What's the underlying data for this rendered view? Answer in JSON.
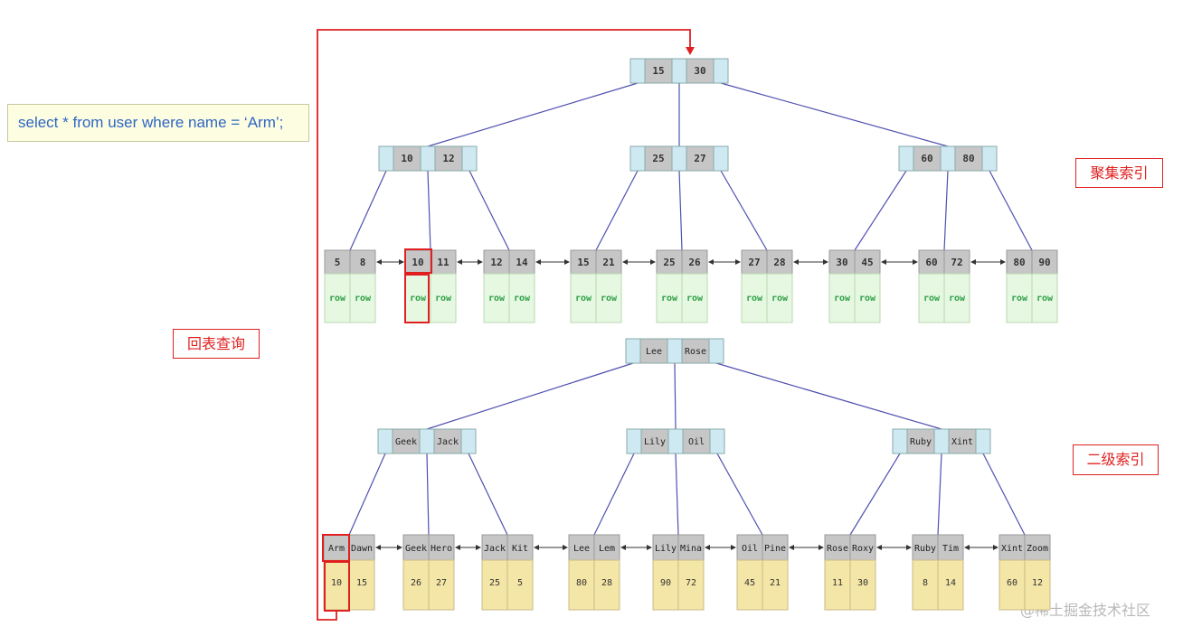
{
  "query": "select * from user where name = ‘Arm’;",
  "labels": {
    "clustered_index": "聚集索引",
    "secondary_index": "二级索引",
    "back_to_table": "回表查询",
    "watermark": "@稀土掘金技术社区"
  },
  "colors": {
    "pointer_cell": "#cfe9f3",
    "key_cell": "#c6c6c6",
    "row_cell": "#e6f8e2",
    "row_text": "#2fa046",
    "pk_cell": "#f4e6a6",
    "edge": "#5050b0",
    "highlight": "#e02020"
  },
  "clustered": {
    "root": [
      "15",
      "30"
    ],
    "internal": [
      [
        "10",
        "12"
      ],
      [
        "25",
        "27"
      ],
      [
        "60",
        "80"
      ]
    ],
    "leaves": [
      [
        "5",
        "8"
      ],
      [
        "10",
        "11"
      ],
      [
        "12",
        "14"
      ],
      [
        "15",
        "21"
      ],
      [
        "25",
        "26"
      ],
      [
        "27",
        "28"
      ],
      [
        "30",
        "45"
      ],
      [
        "60",
        "72"
      ],
      [
        "80",
        "90"
      ]
    ],
    "row_label": "row"
  },
  "secondary": {
    "root": [
      "Lee",
      "Rose"
    ],
    "internal": [
      [
        "Geek",
        "Jack"
      ],
      [
        "Lily",
        "Oil"
      ],
      [
        "Ruby",
        "Xint"
      ]
    ],
    "leaves": [
      {
        "keys": [
          "Arm",
          "Dawn"
        ],
        "ids": [
          "10",
          "15"
        ]
      },
      {
        "keys": [
          "Geek",
          "Hero"
        ],
        "ids": [
          "26",
          "27"
        ]
      },
      {
        "keys": [
          "Jack",
          "Kit"
        ],
        "ids": [
          "25",
          "5"
        ]
      },
      {
        "keys": [
          "Lee",
          "Lem"
        ],
        "ids": [
          "80",
          "28"
        ]
      },
      {
        "keys": [
          "Lily",
          "Mina"
        ],
        "ids": [
          "90",
          "72"
        ]
      },
      {
        "keys": [
          "Oil",
          "Pine"
        ],
        "ids": [
          "45",
          "21"
        ]
      },
      {
        "keys": [
          "Rose",
          "Roxy"
        ],
        "ids": [
          "11",
          "30"
        ]
      },
      {
        "keys": [
          "Ruby",
          "Tim"
        ],
        "ids": [
          "8",
          "14"
        ]
      },
      {
        "keys": [
          "Xint",
          "Zoom"
        ],
        "ids": [
          "60",
          "12"
        ]
      }
    ]
  }
}
